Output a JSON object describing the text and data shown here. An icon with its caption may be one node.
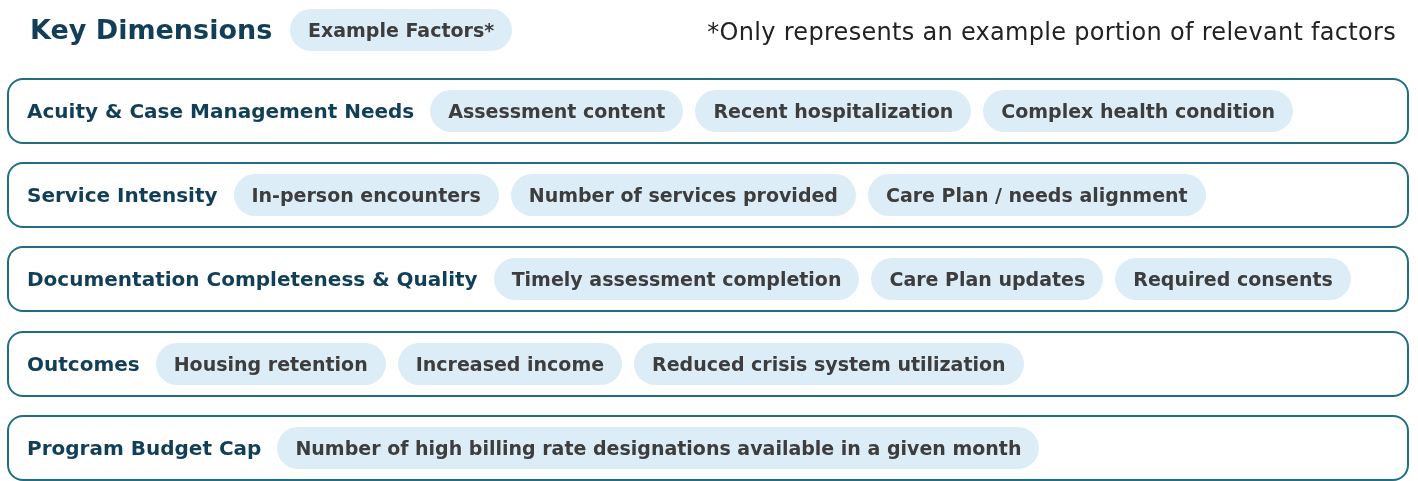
{
  "diagram": {
    "title": "Key Dimensions",
    "nodes": [
      {
        "text": [
          "Example Factors*"
        ]
      },
      {
        "text": [
          "Acuity & Case Management Needs"
        ]
      },
      {
        "text": [
          "Assessment content"
        ],
        "in": 1
      },
      {
        "text": [
          "Recent hospitalization"
        ],
        "in": 1
      },
      {
        "text": [
          "Complex health condition"
        ],
        "in": 1
      },
      {
        "text": [
          "Service Intensity"
        ]
      },
      {
        "text": [
          "In-person encounters"
        ],
        "in": 5
      },
      {
        "text": [
          "Number of services provided"
        ],
        "in": 5
      },
      {
        "text": [
          "Care Plan / needs alignment"
        ],
        "in": 5
      },
      {
        "text": [
          "Documentation Completeness & Quality"
        ]
      },
      {
        "text": [
          "Timely assessment completion"
        ],
        "in": 9
      },
      {
        "text": [
          "Care Plan updates"
        ],
        "in": 9
      },
      {
        "text": [
          "Required consents"
        ],
        "in": 9
      },
      {
        "text": [
          "Outcomes"
        ]
      },
      {
        "text": [
          "Housing retention"
        ],
        "in": 13
      },
      {
        "text": [
          "Increased income"
        ],
        "in": 13
      },
      {
        "text": [
          "Reduced crisis system utilization"
        ],
        "in": 13
      },
      {
        "text": [
          "Program Budget Cap"
        ]
      },
      {
        "text": [
          "Number of high billing rate designations available in a given month"
        ],
        "in": 17
      }
    ],
    "labels": [
      "*Only represents an example portion of relevant factors"
    ]
  }
}
